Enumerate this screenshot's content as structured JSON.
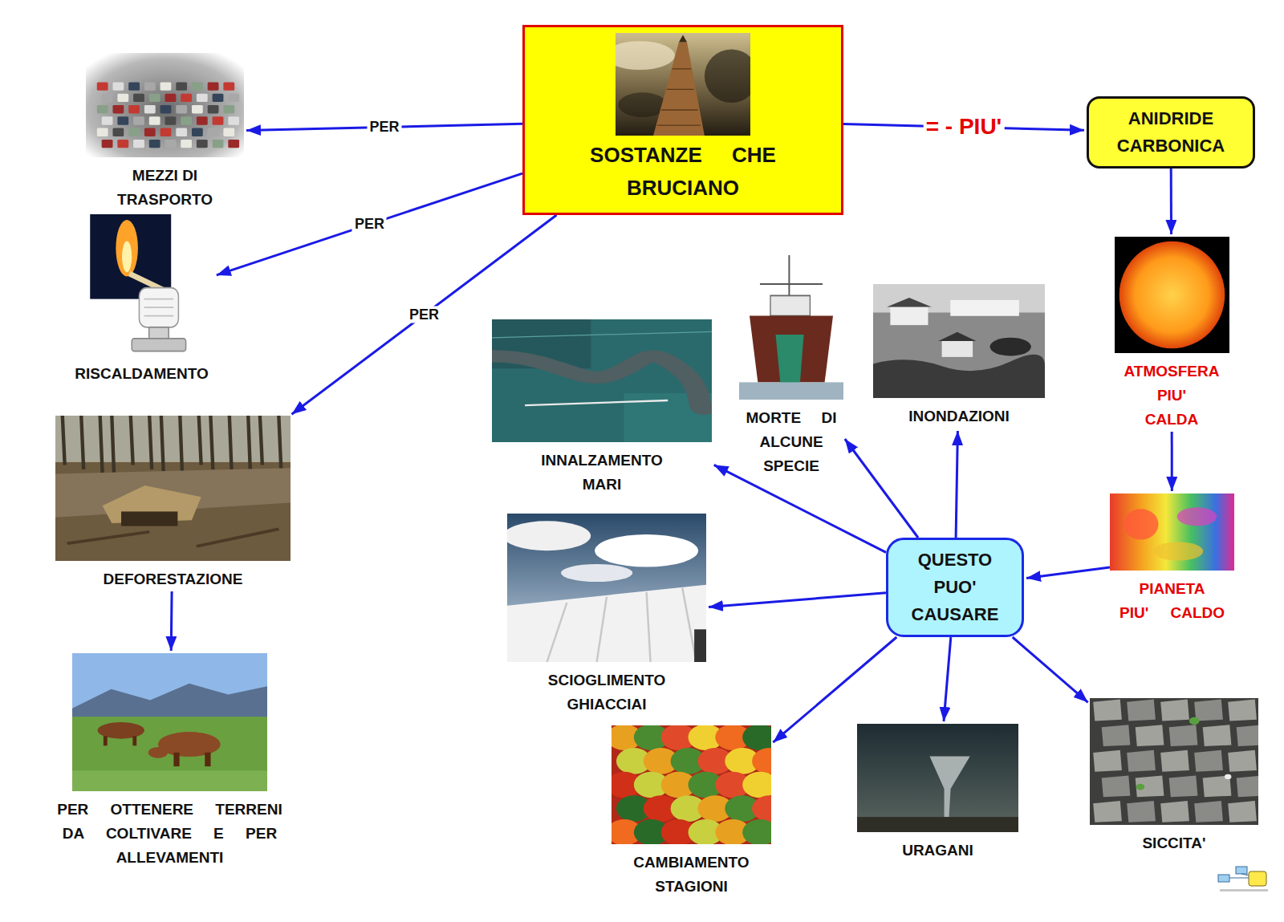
{
  "diagram": {
    "nodes": [
      {
        "text": [
          "SOSTANZE CHE BRUCIANO"
        ]
      },
      {
        "text": [
          "ANIDRIDE CARBONICA"
        ]
      },
      {
        "text": [
          "MEZZI DI TRASPORTO"
        ]
      },
      {
        "text": [
          "RISCALDAMENTO"
        ]
      },
      {
        "text": [
          "DEFORESTAZIONE"
        ]
      },
      {
        "text": [
          "PER OTTENERE TERRENI DA COLTIVARE E PER ALLEVAMENTI"
        ]
      },
      {
        "text": [
          "ATMOSFERA PIU' CALDA"
        ]
      },
      {
        "text": [
          "PIANETA PIU' CALDO"
        ]
      },
      {
        "text": [
          "QUESTO PUO' CAUSARE"
        ]
      },
      {
        "text": [
          "INNALZAMENTO MARI"
        ]
      },
      {
        "text": [
          "MORTE DI ALCUNE SPECIE"
        ]
      },
      {
        "text": [
          "INONDAZIONI"
        ]
      },
      {
        "text": [
          "SCIOGLIMENTO GHIACCIAI"
        ]
      },
      {
        "text": [
          "CAMBIAMENTO STAGIONI"
        ]
      },
      {
        "text": [
          "URAGANI"
        ]
      },
      {
        "text": [
          "SICCITA'"
        ]
      }
    ],
    "edges": [
      {
        "from": 0,
        "to": 2,
        "label": "PER",
        "arrow": "to"
      },
      {
        "from": 0,
        "to": 3,
        "label": "PER",
        "arrow": "to"
      },
      {
        "from": 0,
        "to": 4,
        "label": "PER",
        "arrow": "to"
      },
      {
        "from": 0,
        "to": 1,
        "label": "= - PIU'",
        "arrow": "to"
      },
      {
        "from": 1,
        "to": 6,
        "arrow": "to"
      },
      {
        "from": 6,
        "to": 7,
        "arrow": "to"
      },
      {
        "from": 7,
        "to": 8,
        "arrow": "to"
      },
      {
        "from": 4,
        "to": 5,
        "arrow": "to"
      },
      {
        "from": 8,
        "to": 9,
        "arrow": "to"
      },
      {
        "from": 8,
        "to": 10,
        "arrow": "to"
      },
      {
        "from": 8,
        "to": 11,
        "arrow": "to"
      },
      {
        "from": 8,
        "to": 12,
        "arrow": "to"
      },
      {
        "from": 8,
        "to": 13,
        "arrow": "to"
      },
      {
        "from": 8,
        "to": 14,
        "arrow": "to"
      },
      {
        "from": 8,
        "to": 15,
        "arrow": "to"
      }
    ]
  }
}
